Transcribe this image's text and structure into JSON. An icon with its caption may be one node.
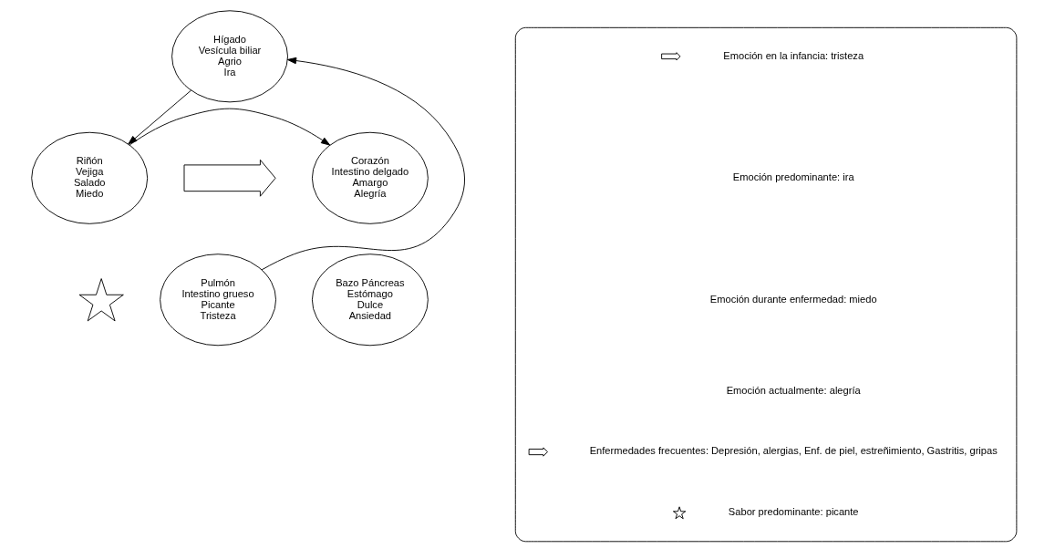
{
  "diagram": {
    "nodes": [
      {
        "text": [
          "Hígado",
          "Vesícula biliar",
          "Agrio",
          "Ira"
        ]
      },
      {
        "text": [
          "Riñón",
          "Vejiga",
          "Salado",
          "Miedo"
        ]
      },
      {
        "text": [
          "Corazón",
          "Intestino delgado",
          "Amargo",
          "Alegría"
        ]
      },
      {
        "text": [
          "Pulmón",
          "Intestino grueso",
          "Picante",
          "Tristeza"
        ]
      },
      {
        "text": [
          "Bazo Páncreas",
          "Estómago",
          "Dulce",
          "Ansiedad"
        ]
      },
      {
        "text": [],
        "shape": "star"
      },
      {
        "text": [],
        "shape": "arrow"
      },
      {
        "text": [],
        "shape": "box"
      }
    ],
    "edges": [
      {
        "from": 0,
        "to": 1,
        "arrow": "to"
      },
      {
        "from": 1,
        "to": 2,
        "arrow": "to"
      },
      {
        "from": 3,
        "to": 0,
        "arrow": "to"
      }
    ],
    "labels": [
      "Emoción predominante: ira",
      "Emoción durante enfermedad: miedo",
      "Emoción actualmente: alegría"
    ],
    "legend": [
      {
        "text": "Emoción en la infancia: tristeza"
      },
      {
        "text": "Enfermedades frecuentes: Depresión, alergias, Enf. de piel, estreñimiento, Gastritis, gripas"
      },
      {
        "text": "Sabor predominante: picante"
      }
    ]
  }
}
